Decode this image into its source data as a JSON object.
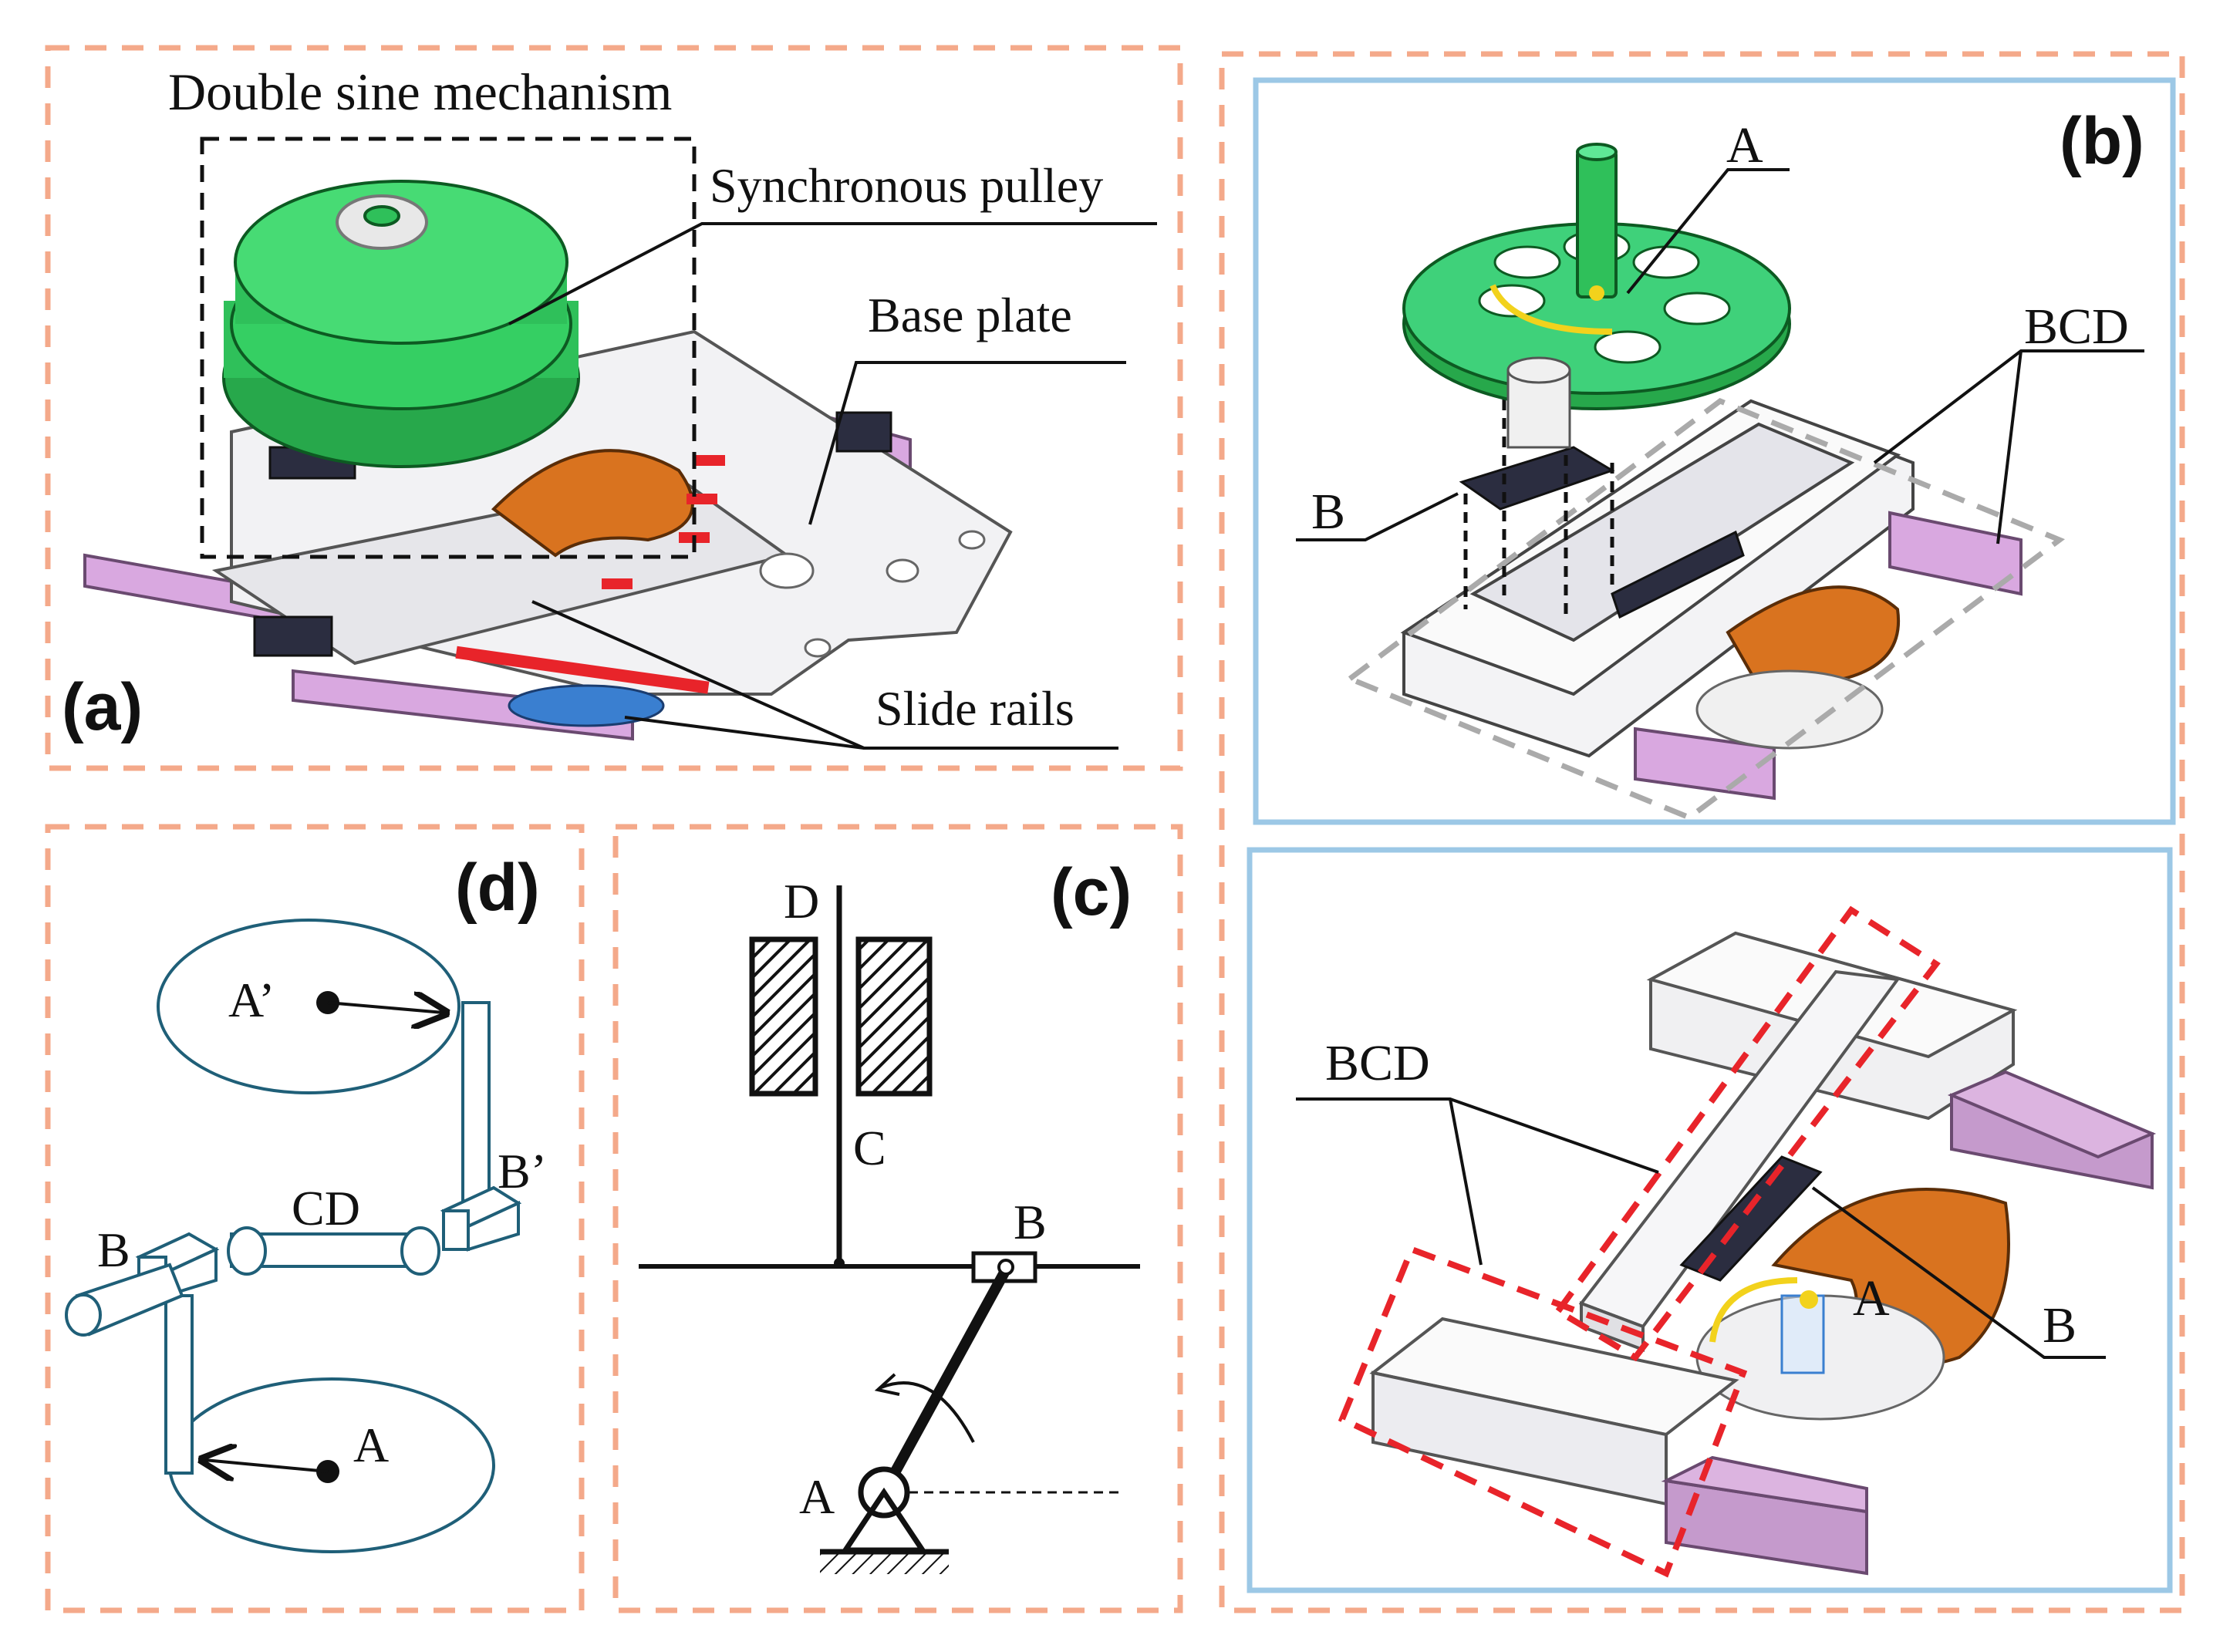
{
  "panels": {
    "a": {
      "tag": "(a)",
      "title": "Double sine mechanism",
      "labels": {
        "synchronous_pulley": "Synchronous pulley",
        "base_plate": "Base plate",
        "slide_rails": "Slide rails"
      }
    },
    "b": {
      "tag": "(b)",
      "labels": {
        "a": "A",
        "bcd": "BCD",
        "b": "B"
      }
    },
    "b2": {
      "labels": {
        "bcd": "BCD",
        "a": "A",
        "b": "B"
      }
    },
    "c": {
      "tag": "(c)",
      "labels": {
        "d": "D",
        "c": "C",
        "b": "B",
        "a": "A"
      }
    },
    "d": {
      "tag": "(d)",
      "labels": {
        "a_prime": "A’",
        "b_prime": "B’",
        "cd": "CD",
        "b": "B",
        "a": "A"
      }
    }
  },
  "colors": {
    "dashed_border": "#f4a98a",
    "blue_border": "#9cc8e6",
    "pulley_green": "#2fc05a",
    "rail_pink": "#d9a8e0",
    "cam_orange": "#d9731f",
    "red_dash": "#e8242a",
    "schematic_blue": "#1f5f78",
    "arrow_yellow": "#f2d21c"
  }
}
